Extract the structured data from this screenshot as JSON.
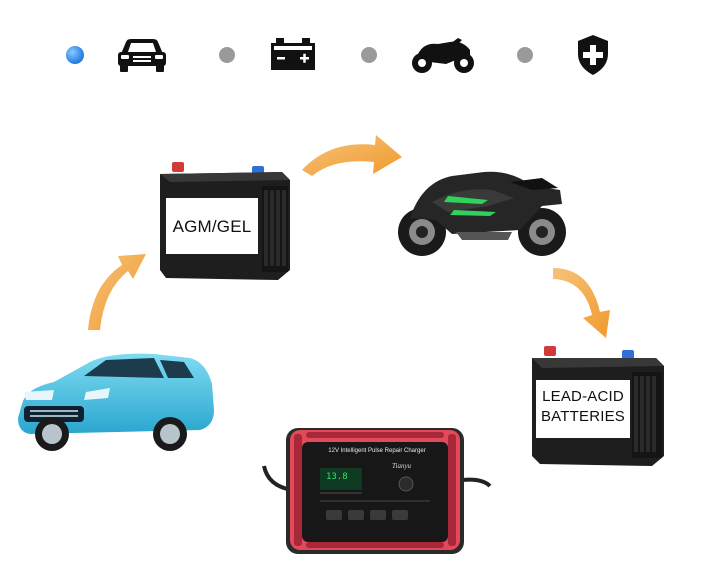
{
  "icon_bar": {
    "items": [
      {
        "icon": "car-icon",
        "active": true
      },
      {
        "icon": "battery-icon",
        "active": false
      },
      {
        "icon": "motorcycle-icon",
        "active": false
      },
      {
        "icon": "shield-plus-icon",
        "active": false
      }
    ],
    "active_dot_color": "#2e86e6",
    "inactive_dot_color": "#9a9a9a"
  },
  "flow": {
    "agm_battery_label": "AGM/GEL",
    "lead_acid_label_line1": "LEAD-ACID",
    "lead_acid_label_line2": "BATTERIES",
    "arrow_color": "#f2a23c"
  },
  "charger": {
    "title": "12V Intelligent Pulse Repair Charger",
    "brand": "Tianyu",
    "display_value": "13.8",
    "accent_color": "#e24a5c"
  }
}
